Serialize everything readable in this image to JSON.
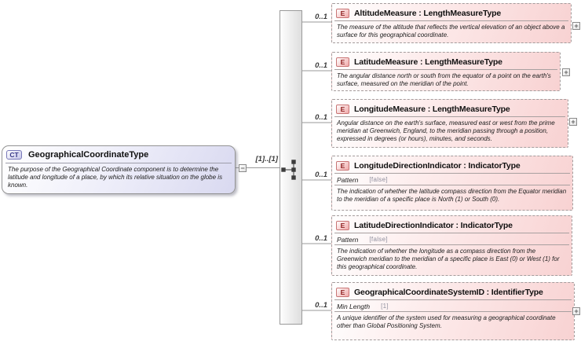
{
  "colors": {
    "element_fill": "#f8d2d2",
    "element_badge_text": "#8c1a1a",
    "complextype_fill": "#d9d9f0",
    "complextype_badge_text": "#343486",
    "connector": "#9a9a9a"
  },
  "root": {
    "badge": "CT",
    "title": "GeographicalCoordinateType",
    "description": "The purpose of the Geographical Coordinate component is to determine the latitude and longitude of a place, by which its relative situation on the globe is known.",
    "cardinality": "[1]..[1]"
  },
  "compositor": {
    "kind": "sequence"
  },
  "icons": {
    "expand": "+",
    "collapse": "−"
  },
  "elements": [
    {
      "badge": "E",
      "label": "AltitudeMeasure : LengthMeasureType",
      "cardinality": "0..1",
      "description": "The measure of the altitude that reflects the vertical elevation of an object above a surface for this geographical coordinate.",
      "expandable": true
    },
    {
      "badge": "E",
      "label": "LatitudeMeasure : LengthMeasureType",
      "cardinality": "0..1",
      "description": "The angular distance north or south from the equator of a point on the earth's surface, measured on the meridian of the point.",
      "expandable": true
    },
    {
      "badge": "E",
      "label": "LongitudeMeasure : LengthMeasureType",
      "cardinality": "0..1",
      "description": "Angular distance on the earth's surface, measured east or west from the prime meridian at Greenwich, England, to the meridian passing through a position, expressed in degrees (or hours), minutes, and seconds.",
      "expandable": true
    },
    {
      "badge": "E",
      "label": "LongitudeDirectionIndicator : IndicatorType",
      "cardinality": "0..1",
      "facet": {
        "name": "Pattern",
        "value": "[false]"
      },
      "description": "The indication of whether the latitude compass direction from the Equator meridian to the meridian of a specific place is North (1) or South (0).",
      "expandable": false
    },
    {
      "badge": "E",
      "label": "LatitudeDirectionIndicator : IndicatorType",
      "cardinality": "0..1",
      "facet": {
        "name": "Pattern",
        "value": "[false]"
      },
      "description": "The indication of whether the longitude as a compass direction from the Greenwich meridian to the meridian of a specific place is East (0) or West (1) for this geographical coordinate.",
      "expandable": false
    },
    {
      "badge": "E",
      "label": "GeographicalCoordinateSystemID : IdentifierType",
      "cardinality": "0..1",
      "facet": {
        "name": "Min Length",
        "value": "[1]"
      },
      "description": "A unique identifier of the system used for measuring a geographical coordinate other than Global Positioning System.",
      "expandable": true
    }
  ]
}
